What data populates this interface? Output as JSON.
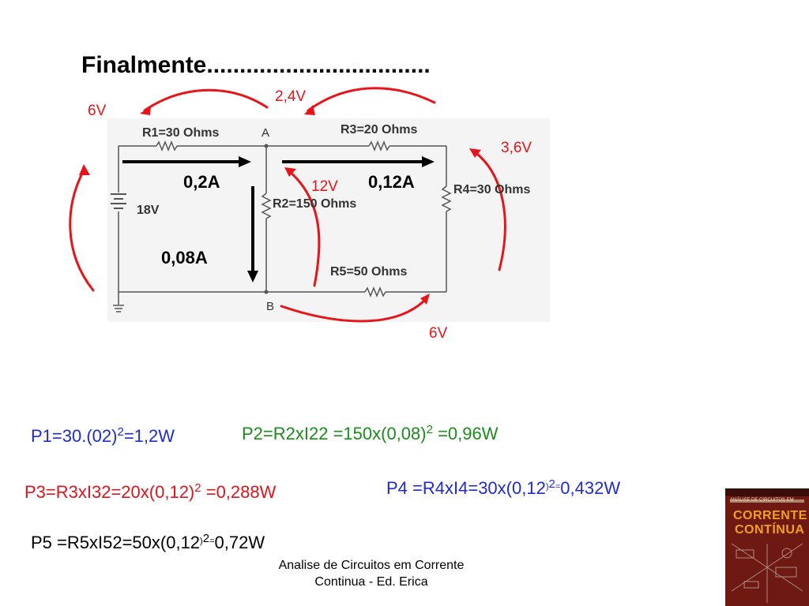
{
  "title": "Finalmente..................................",
  "circuit": {
    "r1": "R1=30 Ohms",
    "r2": "R2=150 Ohms",
    "r3": "R3=20 Ohms",
    "r4": "R4=30 Ohms",
    "r5": "R5=50 Ohms",
    "battery": "18V",
    "node_a": "A",
    "node_b": "B"
  },
  "annotations": {
    "v_source": "6V",
    "v_r1_r3": "2,4V",
    "v_r4": "3,6V",
    "v_r2": "12V",
    "v_r5": "6V",
    "i_main": "0,2A",
    "i_right": "0,12A",
    "i_r2": "0,08A"
  },
  "equations": {
    "p1": {
      "pre": "P1=30.(02)",
      "sup": "2",
      "post": "=1,2W"
    },
    "p2": {
      "pre": "P2=R2xI22 =150x(0,08)",
      "sup": "2",
      "post": " =0,96W"
    },
    "p3": {
      "pre": "P3=R3xI32=20x(0,12)",
      "sup": "2",
      "post": " =0,288W"
    },
    "p4": {
      "pre": "P4 =R4xI4=30x(0,12",
      "small1": ")",
      "sup": "2",
      "small2": "=",
      "post": "0,432W"
    },
    "p5": {
      "pre": "P5 =R5xI52=50x(0,12",
      "small1": ")",
      "sup": "2",
      "small2": "=",
      "post": "0,72W"
    }
  },
  "caption": {
    "line1": "Analise de Circuitos em Corrente",
    "line2": "Continua - Ed. Erica"
  },
  "book": {
    "title1": "CORRENTE",
    "title2": "CONTÍNUA",
    "header": "ANÁLISE DE CIRCUITOS EM"
  },
  "colors": {
    "arrow_red": "#e8141a",
    "p1": "#1f2bd1",
    "p2": "#1a8c1a",
    "p3": "#e0141a",
    "p4": "#1f2bd1",
    "p5": "#000000"
  }
}
